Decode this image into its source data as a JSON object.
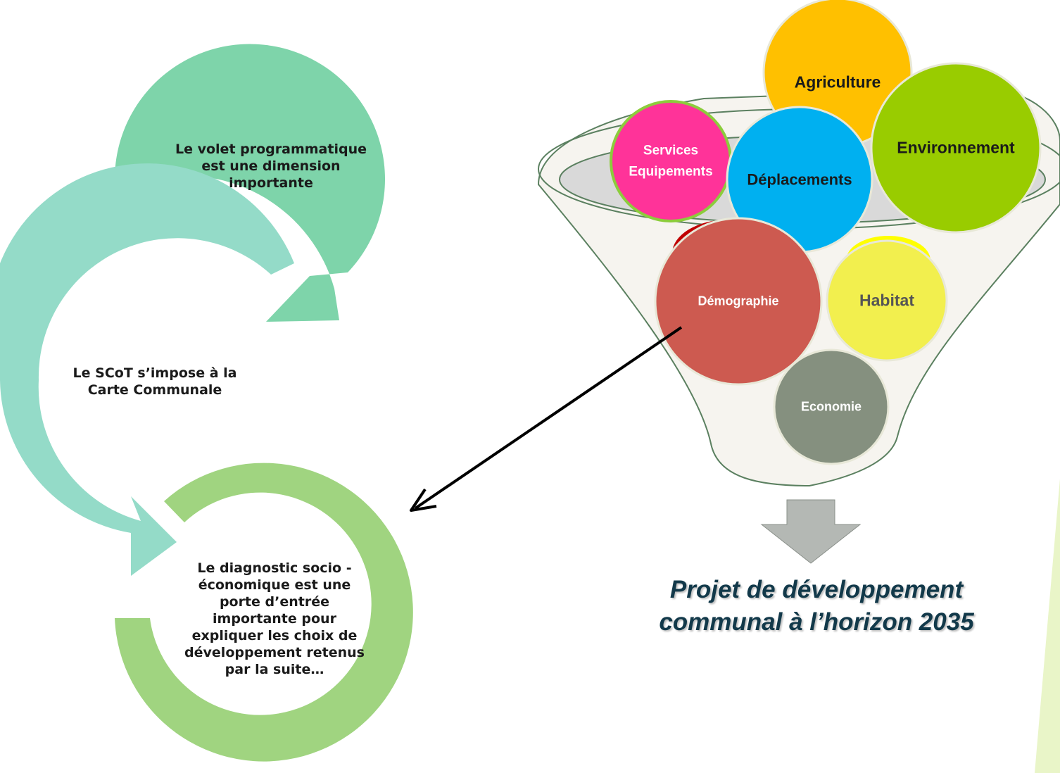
{
  "cycle": {
    "steps": [
      {
        "text": "Le volet programmatique\nest une dimension\nimportante",
        "color": "#7ed4aa"
      },
      {
        "text": "Le SCoT s’impose à la\nCarte Communale",
        "color": "#94dbc8"
      },
      {
        "text": "Le diagnostic socio -\néconomique est une\nporte d’entrée\nimportante pour\nexpliquer les choix de\ndéveloppement retenus\npar la suite…",
        "color": "#a0d480"
      }
    ]
  },
  "funnel": {
    "bubbles": [
      {
        "key": "agriculture",
        "label": "Agriculture",
        "color": "#ffc000"
      },
      {
        "key": "environnement",
        "label": "Environnement",
        "color": "#99cc00"
      },
      {
        "key": "services",
        "label": "Services\nEquipements",
        "color": "#ff3399"
      },
      {
        "key": "deplacements",
        "label": "Déplacements",
        "color": "#00b0f0"
      },
      {
        "key": "demographie",
        "label": "Démographie",
        "color": "#cd5a50"
      },
      {
        "key": "habitat",
        "label": "Habitat",
        "color": "#f2ef4e"
      },
      {
        "key": "economie",
        "label": "Economie",
        "color": "#85907f"
      }
    ]
  },
  "result": {
    "title": "Projet de développement\ncommunal à l’horizon 2035"
  }
}
